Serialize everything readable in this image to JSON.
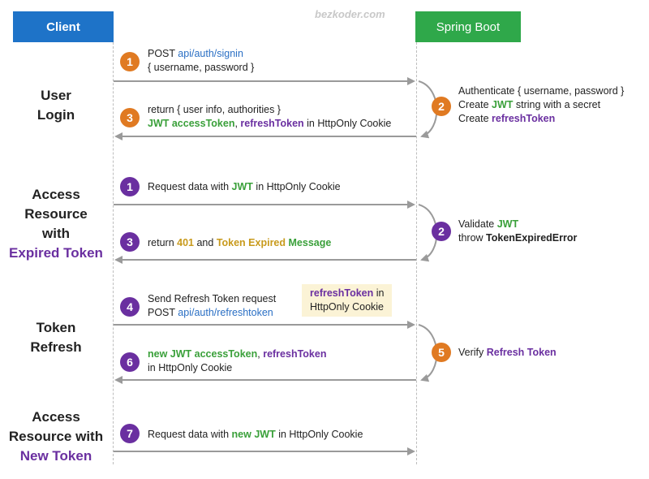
{
  "headers": {
    "client": "Client",
    "server": "Spring Boot"
  },
  "watermark": "bezkoder.com",
  "sections": {
    "login": [
      "User",
      "Login"
    ],
    "expired": {
      "lines": [
        "Access",
        "Resource",
        "with"
      ],
      "highlight": "Expired Token"
    },
    "refresh": [
      "Token",
      "Refresh"
    ],
    "newtoken": {
      "lines": [
        "Access",
        "Resource with"
      ],
      "highlight": "New Token"
    }
  },
  "steps": {
    "login1": {
      "num": "1",
      "method": "POST",
      "url": "api/auth/signin",
      "body": "{ username, password }"
    },
    "login2": {
      "num": "2",
      "line1": "Authenticate { username, password }",
      "l2a": "Create ",
      "l2b": "JWT",
      "l2c": " string with a secret",
      "l3a": "Create ",
      "l3b": "refreshToken"
    },
    "login3": {
      "num": "3",
      "line1": "return { user info, authorities }",
      "l2a": "JWT accessToken",
      "l2b": ", ",
      "l2c": "refreshToken",
      "l2d": " in HttpOnly Cookie"
    },
    "exp1": {
      "num": "1",
      "a": "Request data with ",
      "b": "JWT",
      "c": " in HttpOnly Cookie"
    },
    "exp2": {
      "num": "2",
      "l1a": "Validate ",
      "l1b": "JWT",
      "l2a": "throw ",
      "l2b": "TokenExpiredError"
    },
    "exp3": {
      "num": "3",
      "a": "return ",
      "b": "401",
      "c": " and ",
      "d": "Token Expired",
      "e": " ",
      "f": "Message"
    },
    "ref4": {
      "num": "4",
      "line1": "Send Refresh Token request",
      "method": "POST",
      "url": "api/auth/refreshtoken"
    },
    "ref_note": {
      "a": "refreshToken",
      "b": " in",
      "line2": "HttpOnly Cookie"
    },
    "ref5": {
      "num": "5",
      "a": "Verify ",
      "b": "Refresh Token"
    },
    "ref6": {
      "num": "6",
      "l1a": "new JWT accessToken",
      "l1b": ", ",
      "l1c": "refreshToken",
      "line2": "in HttpOnly Cookie"
    },
    "new7": {
      "num": "7",
      "a": "Request data with ",
      "b": "new JWT",
      "c": " in HttpOnly Cookie"
    }
  }
}
